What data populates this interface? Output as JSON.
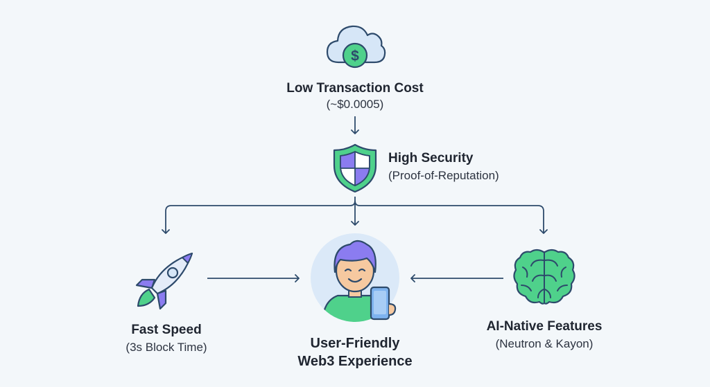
{
  "nodes": {
    "cost": {
      "title": "Low Transaction Cost",
      "subtitle": "(~$0.0005)"
    },
    "security": {
      "title": "High Security",
      "subtitle": "(Proof-of-Reputation)"
    },
    "speed": {
      "title": "Fast Speed",
      "subtitle": "(3s Block Time)"
    },
    "ai": {
      "title": "AI-Native Features",
      "subtitle": "(Neutron & Kayon)"
    },
    "user": {
      "title_line1": "User-Friendly",
      "title_line2": "Web3 Experience"
    }
  },
  "colors": {
    "line": "#2d4a6b",
    "green": "#4fd18b",
    "purple": "#8b7cf0",
    "light_blue": "#dbe9f8",
    "bg": "#f3f7fa"
  },
  "icons": [
    "cloud-dollar-icon",
    "shield-icon",
    "rocket-icon",
    "brain-icon",
    "user-with-phone-icon"
  ]
}
